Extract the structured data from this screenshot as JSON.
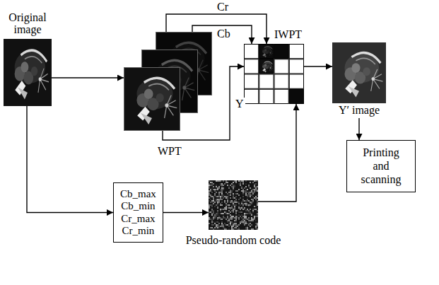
{
  "diagram": {
    "nodes": [
      {
        "text": [
          "Original image"
        ]
      },
      {
        "text": [
          "WPT"
        ]
      },
      {
        "text": [
          "IWPT"
        ]
      },
      {
        "text": [
          "Y′ image"
        ]
      },
      {
        "text": [
          "Printing and scanning"
        ]
      },
      {
        "text": [
          "Cb_max Cb_min Cr_max Cr_min"
        ]
      },
      {
        "text": [
          "Pseudo-random code"
        ]
      }
    ],
    "edges": [
      {
        "from": 0,
        "to": 1,
        "arrow": "to"
      },
      {
        "from": 1,
        "to": 2,
        "label": "Cr",
        "arrow": "to"
      },
      {
        "from": 1,
        "to": 2,
        "label": "Cb",
        "arrow": "to"
      },
      {
        "from": 1,
        "to": 2,
        "label": "Y",
        "arrow": "to"
      },
      {
        "from": 0,
        "to": 5,
        "arrow": "to"
      },
      {
        "from": 5,
        "to": 6,
        "arrow": "to"
      },
      {
        "from": 6,
        "to": 2,
        "arrow": "to"
      },
      {
        "from": 2,
        "to": 3,
        "arrow": "to"
      },
      {
        "from": 3,
        "to": 4,
        "arrow": "to"
      }
    ]
  }
}
